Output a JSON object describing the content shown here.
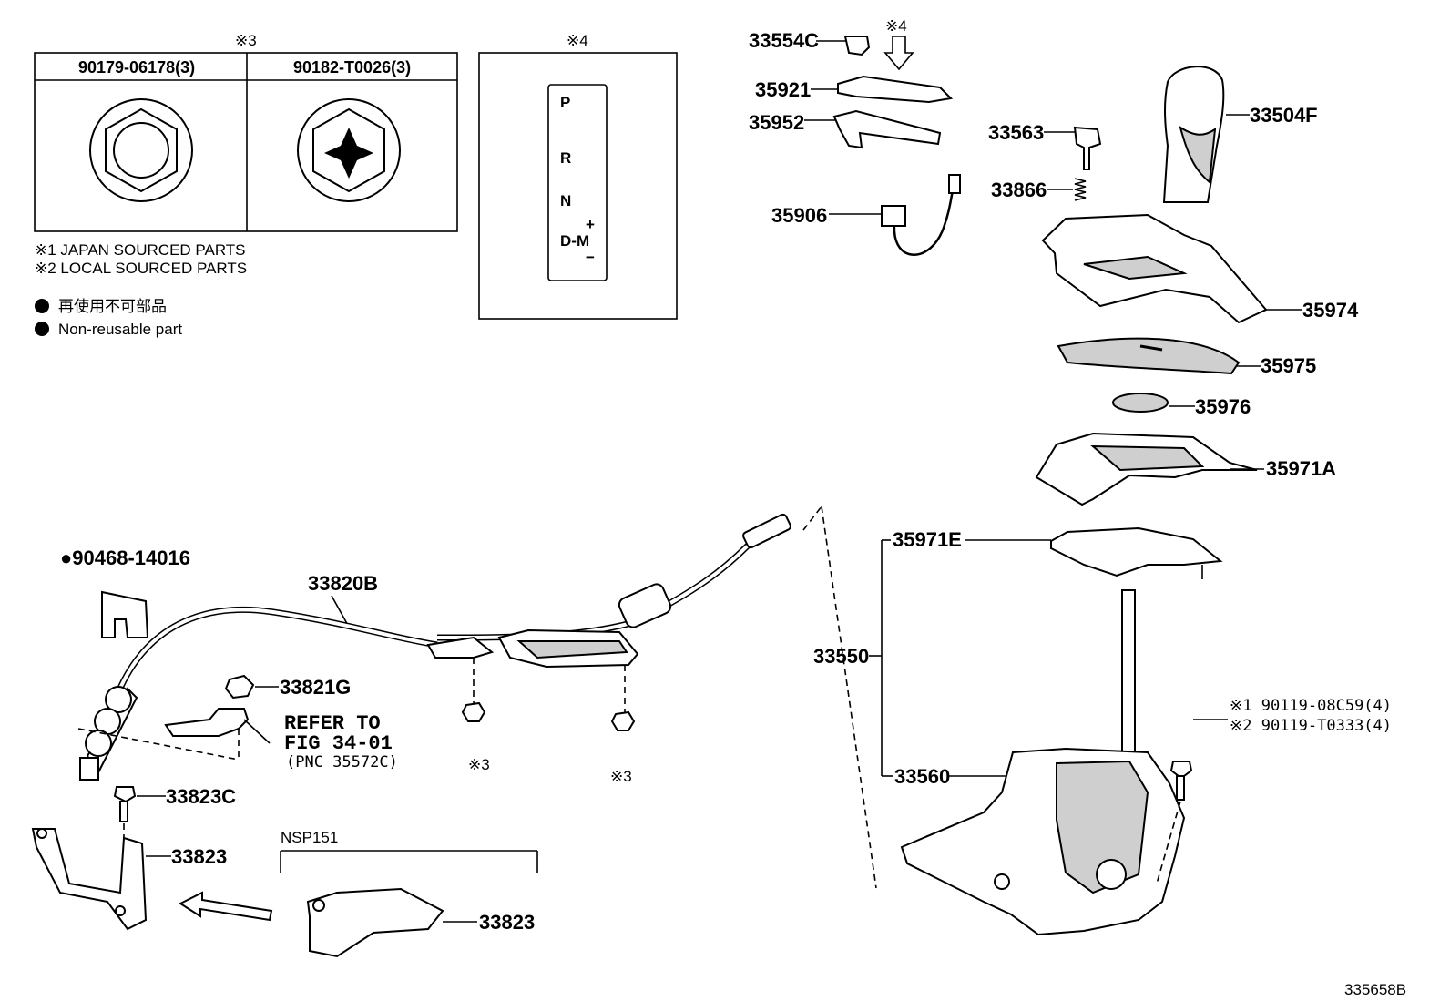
{
  "notes": {
    "note3_mark": "※3",
    "note4_mark": "※4",
    "part_nut_a": "90179-06178(3)",
    "part_nut_b": "90182-T0026(3)",
    "legend1": "※1  JAPAN SOURCED PARTS",
    "legend2": "※2  LOCAL SOURCED PARTS",
    "nonreuse_jp": "再使用不可部品",
    "nonreuse_en": "Non-reusable part"
  },
  "shift_gate": {
    "p": "P",
    "r": "R",
    "n": "N",
    "dm": "D-M",
    "plus": "+",
    "minus": "−"
  },
  "parts": {
    "p33554c": "33554C",
    "mark4": "※4",
    "p35921": "35921",
    "p35952": "35952",
    "p35906": "35906",
    "p33563": "33563",
    "p33866": "33866",
    "p33504f": "33504F",
    "p35974": "35974",
    "p35975": "35975",
    "p35976": "35976",
    "p35971a": "35971A",
    "p35971e": "35971E",
    "p33550": "33550",
    "p33560": "33560",
    "bolt1": "※1  90119-08C59(4)",
    "bolt2": "※2  90119-T0333(4)",
    "p90468": "●90468-14016",
    "p33820b": "33820B",
    "p33821g": "33821G",
    "refer1": "REFER TO",
    "refer2": "FIG 34-01",
    "refer3": "(PNC 35572C)",
    "mark3a": "※3",
    "mark3b": "※3",
    "p33823c": "33823C",
    "p33823": "33823",
    "nsp151": "NSP151",
    "p33823b": "33823",
    "figure_id": "335658B"
  }
}
